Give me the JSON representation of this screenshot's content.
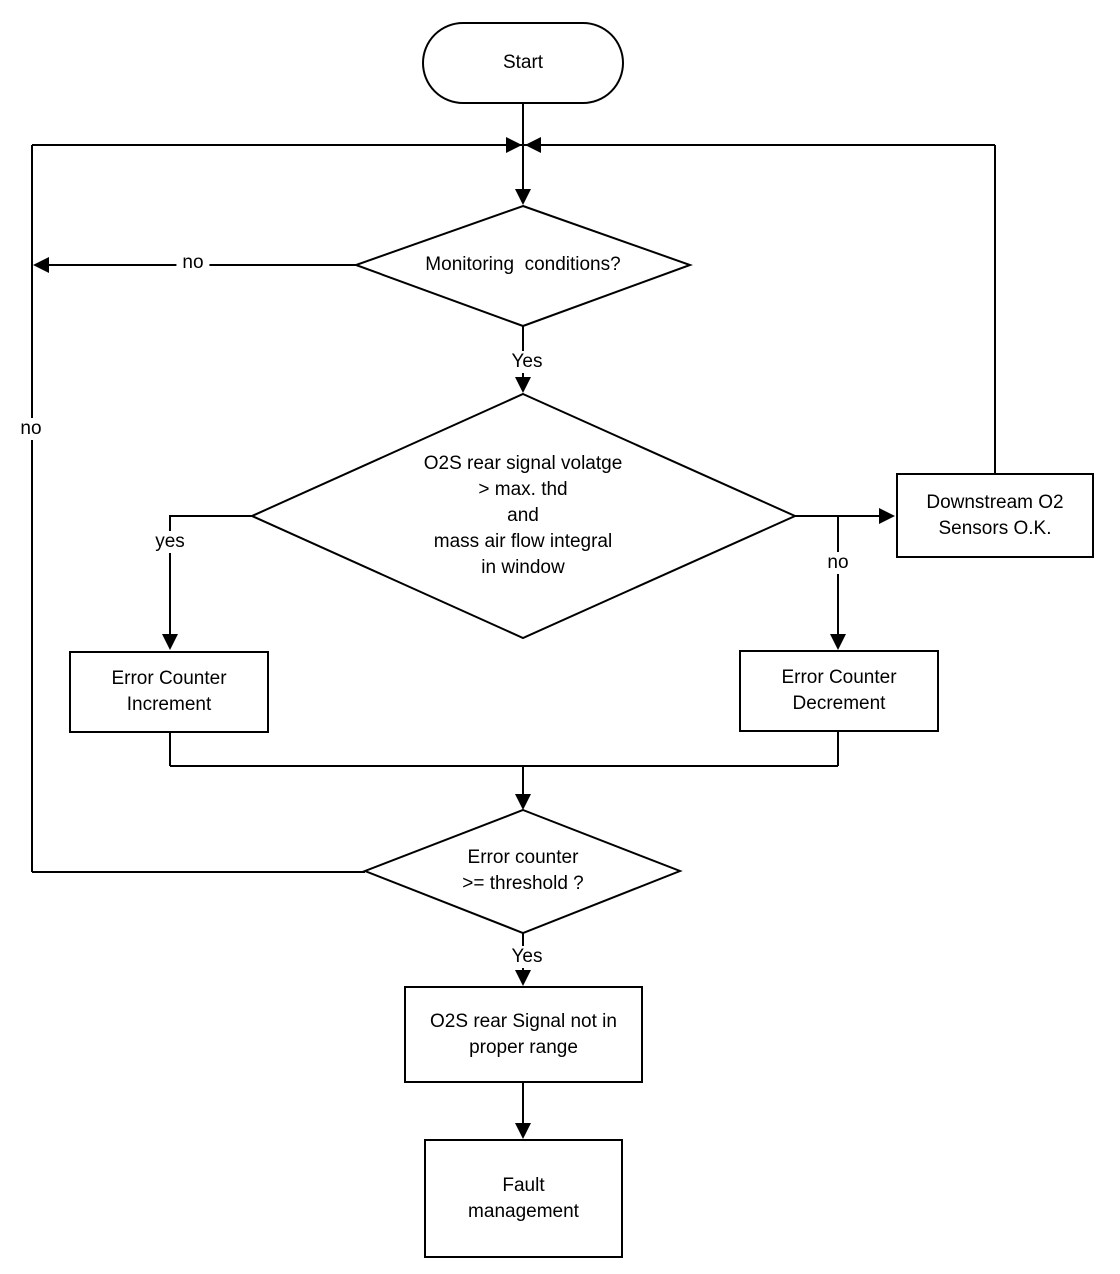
{
  "nodes": {
    "start": "Start",
    "monitoring": "Monitoring  conditions?",
    "o2s_check": "O2S rear signal volatge\n> max. thd\nand\nmass air flow integral\nin window",
    "downstream_ok": "Downstream O2\nSensors O.K.",
    "increment": "Error Counter\nIncrement",
    "decrement": "Error Counter\nDecrement",
    "threshold": "Error counter\n>= threshold ?",
    "not_in_range": "O2S rear Signal not in\nproper range",
    "fault": "Fault\nmanagement"
  },
  "edge_labels": {
    "monitoring_no": "no",
    "monitoring_yes": "Yes",
    "o2s_yes": "yes",
    "o2s_no": "no",
    "loop_no": "no",
    "threshold_yes": "Yes"
  },
  "colors": {
    "line": "#000000",
    "background": "#ffffff",
    "text": "#000000"
  }
}
